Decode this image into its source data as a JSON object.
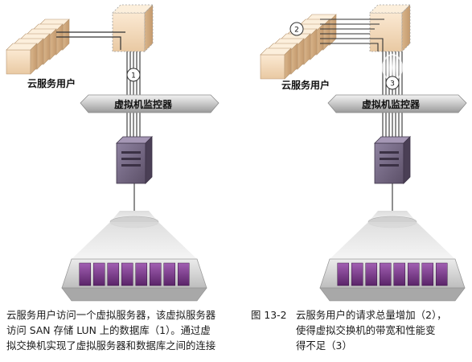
{
  "diagram": {
    "left_panel": {
      "users_label": "云服务用户",
      "hypervisor_label": "虚拟机监控器",
      "step_markers": [
        "1"
      ]
    },
    "right_panel": {
      "users_label": "云服务用户",
      "hypervisor_label": "虚拟机监控器",
      "step_markers": [
        "2",
        "3"
      ]
    }
  },
  "captions": {
    "left": [
      "云服务用户访问一个虚拟服务器，该虚拟服务器",
      "访问 SAN 存储 LUN 上的数据库（1）。通过虚",
      "拟交换机实现了虚拟服务器和数据库之间的连接"
    ],
    "figure_number": "图 13-2",
    "right": [
      "云服务用户的请求总量增加（2），",
      "使得虚拟交换机的带宽和性能变",
      "得不足（3）"
    ]
  },
  "colors": {
    "server": "#f2d9b6",
    "switch": "#7a6d85",
    "hypervisor_bar": "#d8d8d8",
    "storage_cell": "#7c3f8c",
    "connection_line": "#333333"
  }
}
